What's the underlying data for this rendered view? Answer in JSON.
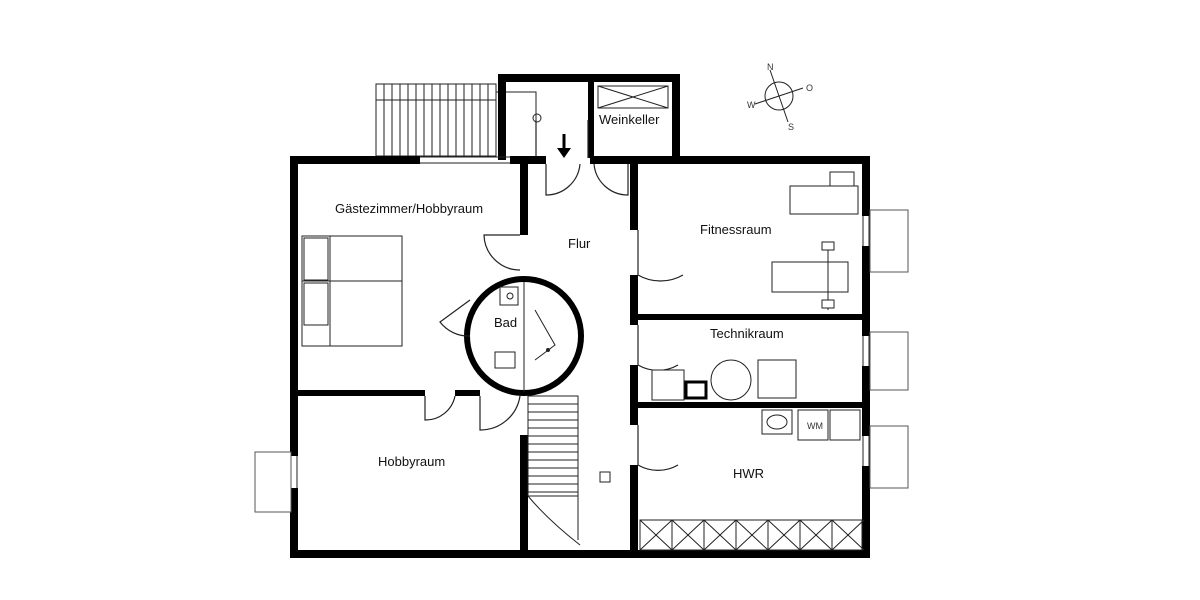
{
  "rooms": {
    "gaestezimmer": "Gästezimmer/Hobbyraum",
    "flur": "Flur",
    "fitnessraum": "Fitnessraum",
    "bad": "Bad",
    "technikraum": "Technikraum",
    "hobbyraum": "Hobbyraum",
    "hwr": "HWR",
    "weinkeller": "Weinkeller"
  },
  "compass": {
    "n": "N",
    "o": "O",
    "s": "S",
    "w": "W"
  },
  "appliances": {
    "wm": "WM"
  },
  "colors": {
    "wall": "#000000",
    "line": "#222222",
    "background": "#ffffff"
  }
}
